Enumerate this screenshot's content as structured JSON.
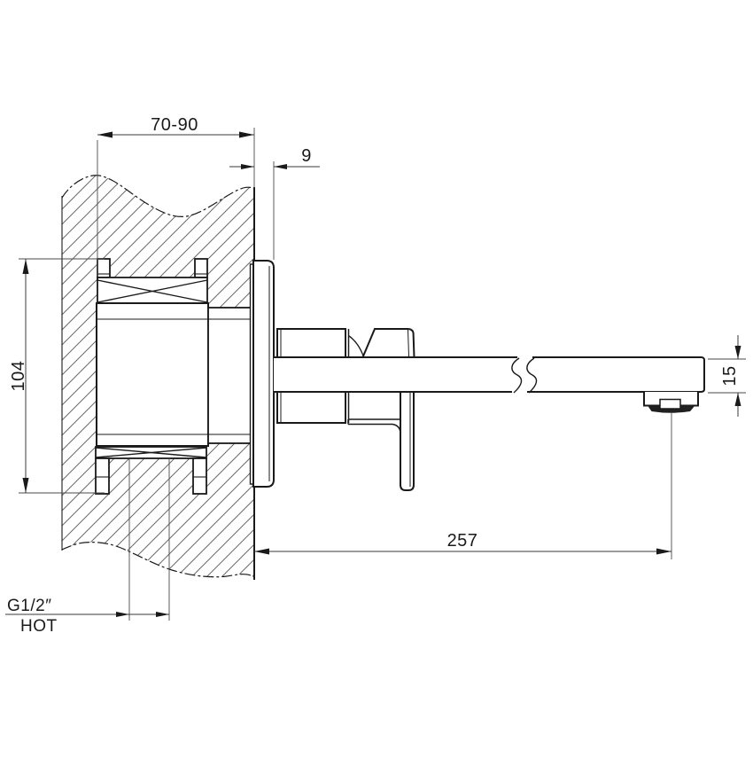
{
  "colors": {
    "background": "#ffffff",
    "line": "#1a1a1a",
    "dimension_line": "#3a3a3a"
  },
  "dimensions": {
    "wall_thickness": "70-90",
    "plate_projection": "9",
    "rough_in_body_height": "104",
    "spout_height": "15",
    "spout_reach": "257",
    "inlet_thread": "G1/2″",
    "inlet_label": "HOT"
  }
}
